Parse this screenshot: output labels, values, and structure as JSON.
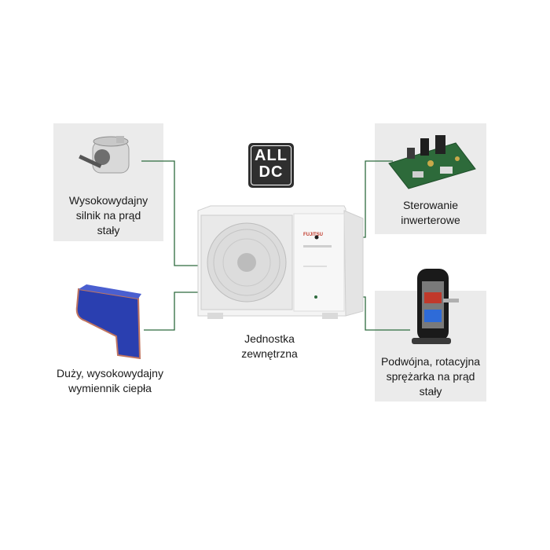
{
  "badge": {
    "line1": "ALL",
    "line2": "DC"
  },
  "outdoor_unit": {
    "label": "Jednostka\nzewnętrzna",
    "brand": "FUJITSU"
  },
  "components": [
    {
      "id": "motor",
      "label": "Wysokowydajny\nsilnik na prąd\nstały"
    },
    {
      "id": "inverter",
      "label": "Sterowanie\ninwerterowe"
    },
    {
      "id": "exchanger",
      "label": "Duży, wysokowydajny\nwymiennik ciepła"
    },
    {
      "id": "compressor",
      "label": "Podwójna, rotacyjna\nsprężarka na prąd\nstały"
    }
  ],
  "colors": {
    "connector": "#2e6b3f",
    "box": "#ebebeb",
    "exchanger": "#2a3fb0",
    "board": "#2d6a3a"
  }
}
